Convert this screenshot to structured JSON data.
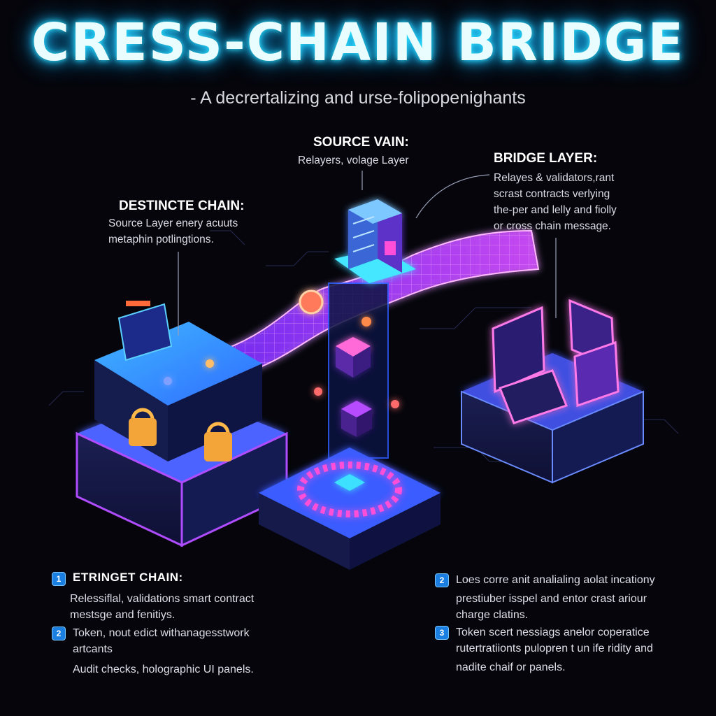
{
  "header": {
    "title": "CRESS-CHAIN BRIDGE",
    "subtitle": "- A decrertalizing and urse-folipopenighants"
  },
  "callouts": {
    "source": {
      "heading": "SOURCE VAIN:",
      "lines": [
        "Relayers, volage Layer"
      ]
    },
    "bridge": {
      "heading": "BRIDGE LAYER:",
      "lines": [
        "Relayes & validators,rant",
        "scrast contracts verlying",
        "the-per and lelly and fiolly",
        "or cross chain message."
      ]
    },
    "destination": {
      "heading": "DESTINCTE CHAIN:",
      "lines": [
        "Source Layer enery acuuts",
        "metaphin potlingtions."
      ]
    }
  },
  "left_list": [
    {
      "badge": "1",
      "heading": "ETRINGET CHAIN:",
      "lines": [
        "Relessiflal, validations smart contract",
        "mestsge and fenitiys."
      ]
    },
    {
      "badge": "2",
      "heading": "",
      "lines": [
        "Token, nout edict withanagesstwork",
        "artcants",
        "Audit checks, holographic UI panels."
      ]
    }
  ],
  "right_list": [
    {
      "badge": "2",
      "lines": [
        "Loes corre anit analialing aolat incationy",
        "prestiuber isspel and entor crast ariour",
        "charge clatins."
      ]
    },
    {
      "badge": "3",
      "lines": [
        "Token scert nessiags anelor coperatice",
        "rutertratiionts pulopren t un ife ridity and",
        "nadite chaif or panels."
      ]
    }
  ],
  "colors": {
    "accent_cyan": "#2fe3ff",
    "accent_purple": "#b03cff",
    "accent_blue": "#3a6bff",
    "background": "#05050b"
  },
  "icons": [
    "server-icon",
    "padlock-icon",
    "holographic-panel-icon",
    "token-icon",
    "hub-ring-icon"
  ]
}
